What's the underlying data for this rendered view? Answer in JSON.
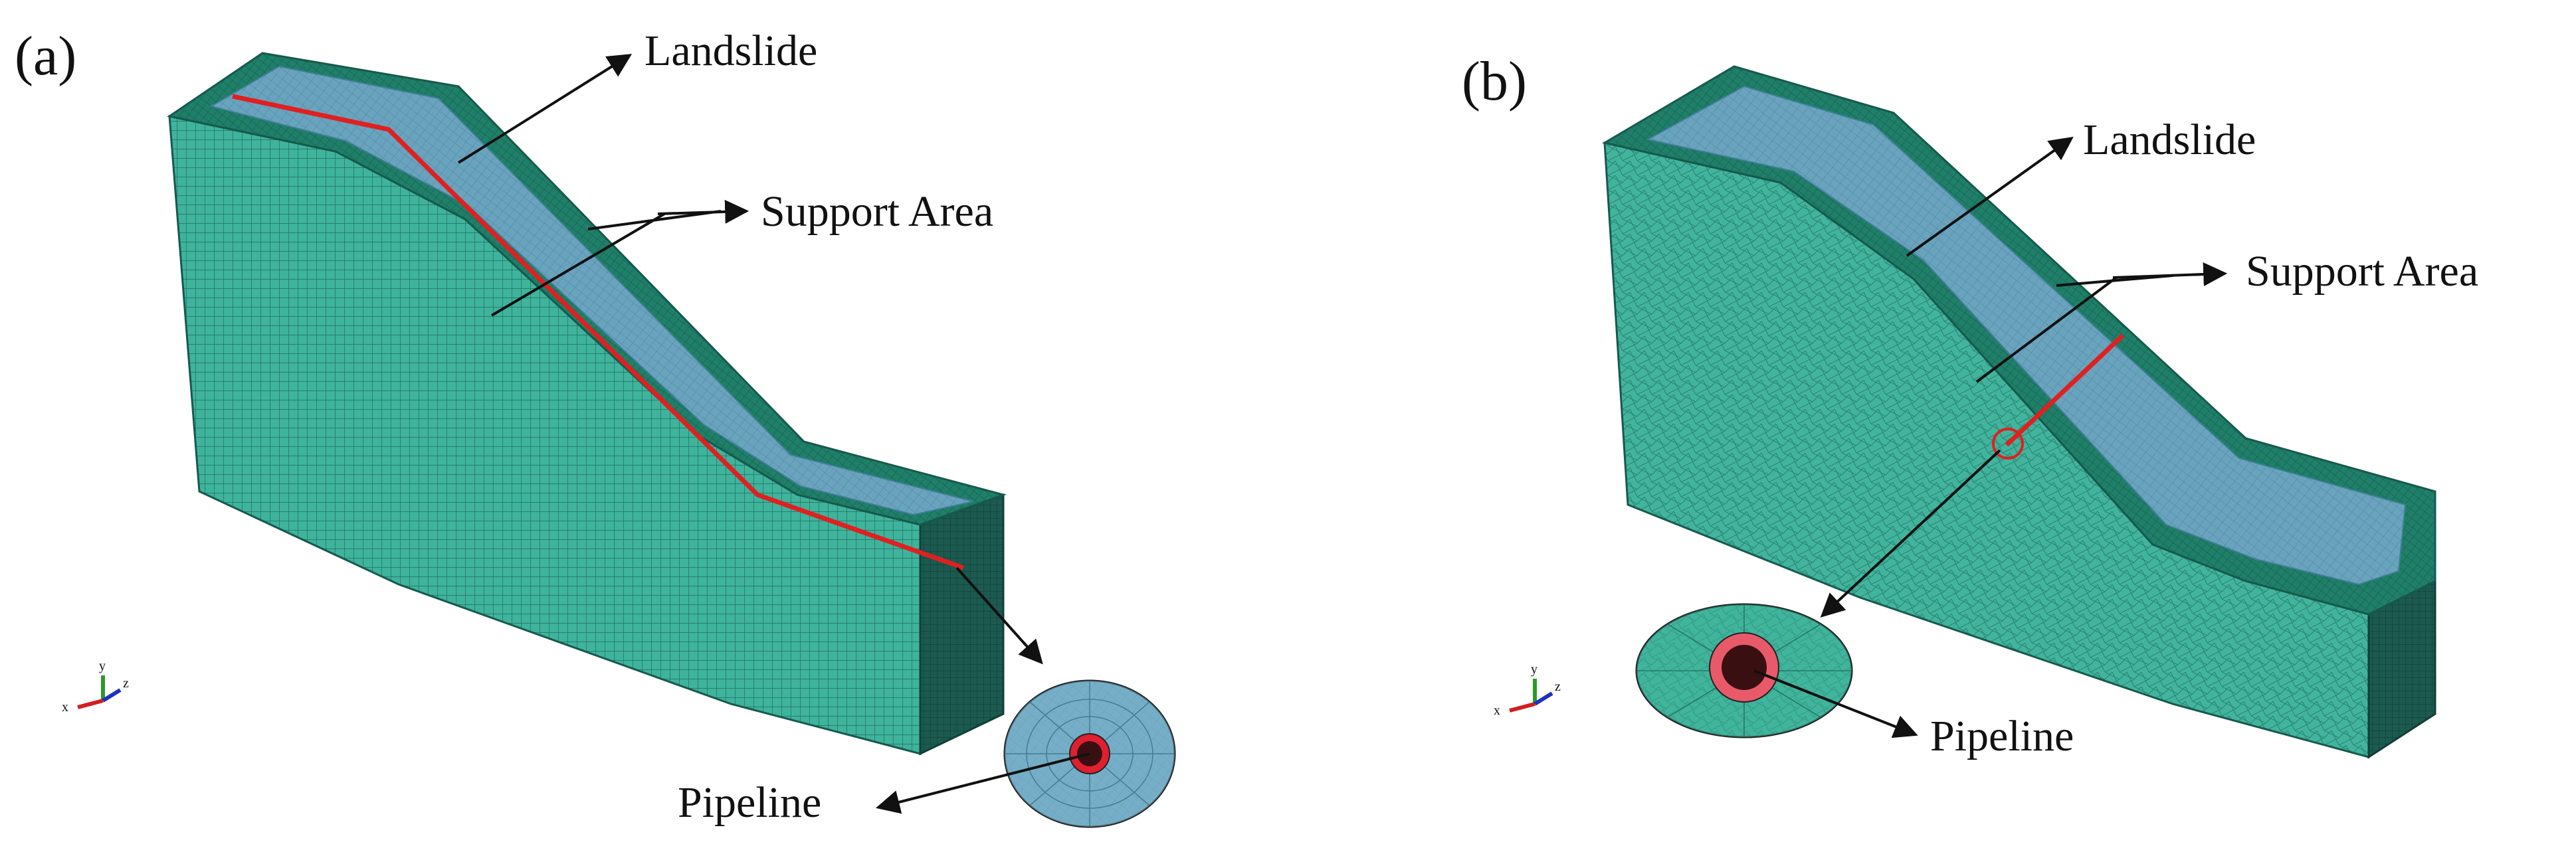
{
  "panels": [
    {
      "tag": "(a)",
      "labels": {
        "landslide": "Landslide",
        "support_area": "Support Area",
        "pipeline": "Pipeline"
      },
      "mesh": "structured hexahedral",
      "pipeline_route": "along slope",
      "axis_triad": [
        "x",
        "y",
        "z"
      ]
    },
    {
      "tag": "(b)",
      "labels": {
        "landslide": "Landslide",
        "support_area": "Support Area",
        "pipeline": "Pipeline"
      },
      "mesh": "tetrahedral",
      "pipeline_route": "across slope",
      "axis_triad": [
        "x",
        "y",
        "z"
      ]
    }
  ],
  "colors": {
    "soil_mesh": "#3fb39c",
    "landslide_body": "#6aa3bd",
    "support_edge": "#1f7f68",
    "pipeline": "#e02020",
    "pipe_section": "#7fb8cf",
    "pipe_core": "#3a0f12",
    "text": "#111111"
  }
}
